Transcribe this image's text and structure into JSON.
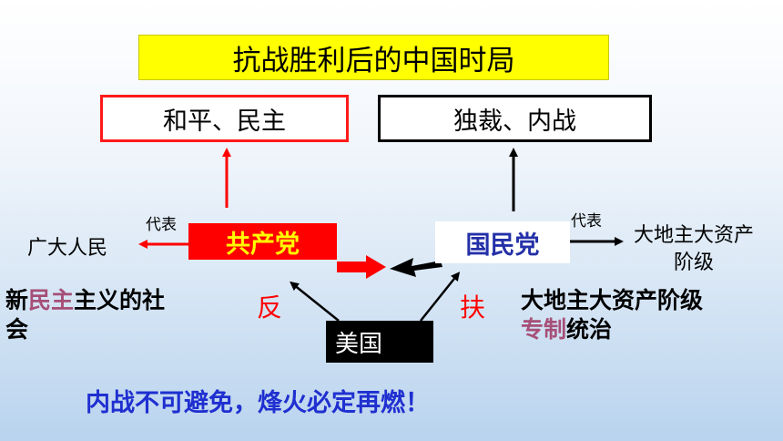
{
  "title": "抗战胜利后的中国时局",
  "goals": {
    "left": "和平、民主",
    "right": "独裁、内战"
  },
  "parties": {
    "cpc": "共产党",
    "kmt": "国民党",
    "usa": "美国"
  },
  "represent_labels": {
    "left": "代表",
    "right": "代表"
  },
  "represented": {
    "left": "广大人民",
    "right_line1": "大地主大资产",
    "right_line2": "阶级"
  },
  "us_actions": {
    "left": "反",
    "right": "扶"
  },
  "outcomes": {
    "left_part1": "新",
    "left_part2": "民主",
    "left_part3": "主义的社",
    "left_line2": "会",
    "right_line1": "大地主大资产阶级",
    "right_part1": "专制",
    "right_part2": "统治"
  },
  "conclusion": "内战不可避免，烽火必定再燃！",
  "colors": {
    "title_bg": "#ffff00",
    "cpc_bg": "#ff0000",
    "cpc_text": "#ffff00",
    "kmt_text": "#2430a8",
    "emphasis_blue": "#1f2fd0",
    "emphasis_mauve": "#a64f77",
    "arrow_red": "#ff0000"
  }
}
